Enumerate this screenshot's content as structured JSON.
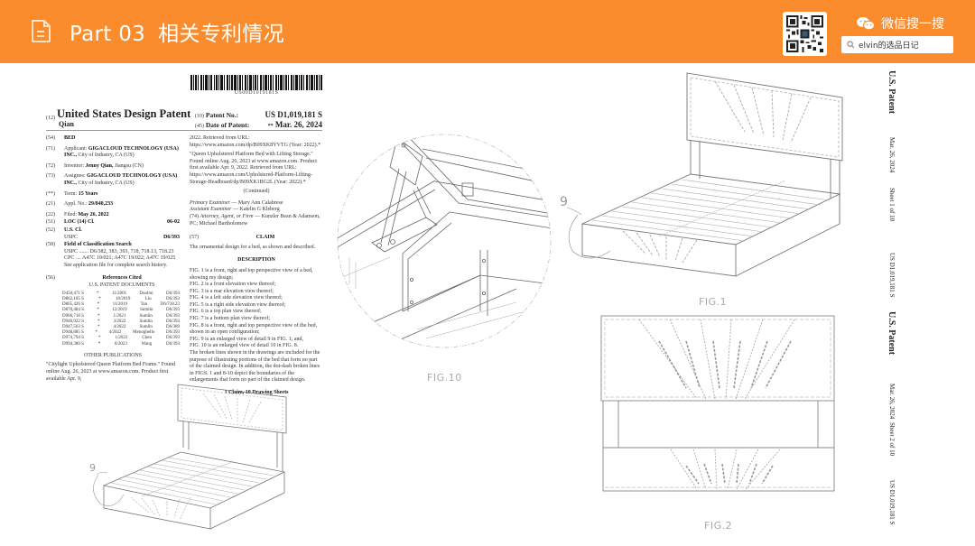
{
  "header": {
    "icon": "document-icon",
    "part_label": "Part 03",
    "title": "相关专利情况",
    "background_color": "#fb8c2e",
    "qr_icon": "qr-code-icon",
    "wechat_icon": "wechat-icon",
    "wechat_label": "微信搜一搜",
    "search_icon": "search-icon",
    "search_value": "elvin的选品日记"
  },
  "patent": {
    "barcode_text": "US00D1019181S",
    "title_code": "(12)",
    "title": "United States Design Patent",
    "inventor_short": "Qian",
    "patent_no_code": "(10)",
    "patent_no_label": "Patent No.:",
    "patent_no": "US D1,019,181 S",
    "date_code": "(45)",
    "date_label": "Date of Patent:",
    "date_mark": "**",
    "date": "Mar. 26, 2024",
    "fields": [
      {
        "code": "(54)",
        "label": "",
        "value": "BED"
      },
      {
        "code": "(71)",
        "label": "Applicant:",
        "value": "GIGACLOUD TECHNOLOGY (USA) INC.,",
        "extra": "City of Industry, CA (US)"
      },
      {
        "code": "(72)",
        "label": "Inventor:",
        "value": "Jenny Qian,",
        "extra": "Jiangsu (CN)"
      },
      {
        "code": "(73)",
        "label": "Assignee:",
        "value": "GIGACLOUD TECHNOLOGY (USA) INC.,",
        "extra": "City of Industry, CA (US)"
      },
      {
        "code": "(**)",
        "label": "Term:",
        "value": "15 Years",
        "extra": ""
      },
      {
        "code": "(21)",
        "label": "Appl. No.:",
        "value": "29/840,233",
        "extra": ""
      },
      {
        "code": "(22)",
        "label": "Filed:",
        "value": "May 26, 2022",
        "extra": ""
      }
    ],
    "loc": {
      "code": "(51)",
      "label": "LOC (14) Cl.",
      "value": "06-02"
    },
    "us_cl": {
      "code": "(52)",
      "label": "U.S. Cl.",
      "sub": "USPC",
      "value": "D6/393"
    },
    "field_search": {
      "code": "(58)",
      "label": "Field of Classification Search",
      "uspc": "USPC ....... D6/382, 383, 393, 718, 718.13, 718.23",
      "cpc": "CPC .... A47C 19/021; A47C 19/022; A47C 19/025",
      "note": "See application file for complete search history."
    },
    "references": {
      "code": "(56)",
      "title": "References Cited",
      "subtitle": "U.S. PATENT DOCUMENTS",
      "rows": [
        {
          "no": "D450,471 S",
          "star": "*",
          "date": "11/2001",
          "name": "Doolmi",
          "cls": "D6/393"
        },
        {
          "no": "D862,105 S",
          "star": "*",
          "date": "10/2019",
          "name": "Liu",
          "cls": "D6/393"
        },
        {
          "no": "D865,426 S",
          "star": "*",
          "date": "11/2019",
          "name": "Tan",
          "cls": "D6/718.23"
        },
        {
          "no": "D870,484 S",
          "star": "*",
          "date": "12/2019",
          "name": "Sumlin",
          "cls": "D6/393"
        },
        {
          "no": "D906,718 S",
          "star": "*",
          "date": "1/2021",
          "name": "Sumlin",
          "cls": "D6/393"
        },
        {
          "no": "D946,922 S",
          "star": "*",
          "date": "3/2022",
          "name": "Sumlin",
          "cls": "D6/393"
        },
        {
          "no": "D947,563 S",
          "star": "*",
          "date": "4/2022",
          "name": "Sumlin",
          "cls": "D6/389"
        },
        {
          "no": "D948,885 S",
          "star": "*",
          "date": "4/2022",
          "name": "Menoghello",
          "cls": "D6/393"
        },
        {
          "no": "D974,794 S",
          "star": "*",
          "date": "1/2023",
          "name": "Chen",
          "cls": "D6/393"
        },
        {
          "no": "D994,380 S",
          "star": "*",
          "date": "8/2023",
          "name": "Wang",
          "cls": "D6/393"
        }
      ],
      "other_title": "OTHER PUBLICATIONS",
      "other_text": "\"Citylight Upholstered Queen Platform Bed Frame.\" Found online Aug. 26, 2023 at www.amazon.com. Product first available Apr. 9,"
    },
    "right_col": {
      "cont_text_1": "2022. Retrieved from URL: https://www.amazon.com/dp/B09XK8YVTG (Year: 2022).*",
      "cont_text_2": "\"Queen Upholstered Platform Bed with Lifting Storage.\" Found online Aug. 26, 2023 at www.amazon.com. Product first available Apr. 9, 2022. Retrieved from URL: https://www.amazon.com/Upholstered-Platform-Lifting-Storage-Headboard/dp/B09XK1BG2L (Year: 2022).*",
      "continued": "(Continued)",
      "primary_label": "Primary Examiner",
      "primary": "— Mary Ann Calabrese",
      "assistant_label": "Assistant Examiner",
      "assistant": "— Katelin G Kleberg",
      "attorney_code": "(74)",
      "attorney_label": "Attorney, Agent, or Firm",
      "attorney": "— Kunzler Bean & Adamson, PC; Michael Bartholomew",
      "claim_code": "(57)",
      "claim_title": "CLAIM",
      "claim_text": "The ornamental design for a bed, as shown and described.",
      "desc_title": "DESCRIPTION",
      "desc_lines": [
        "FIG. 1 is a front, right and top perspective view of a bed, showing my design;",
        "FIG. 2 is a front elevation view thereof;",
        "FIG. 3 is a rear elevation view thereof;",
        "FIG. 4 is a left side elevation view thereof;",
        "FIG. 5 is a right side elevation view thereof;",
        "FIG. 6 is a top plan view thereof;",
        "FIG. 7 is a bottom plan view thereof;",
        "FIG. 8 is a front, right and top perspective view of the bed, shown in an open configuration;",
        "FIG. 9 is an enlarged view of detail 9 in FIG. 1; and,",
        "FIG. 10 is an enlarged view of detail 10 in FIG. 8.",
        "The broken lines shown in the drawings are included for the purpose of illustrating portions of the bed that form no part of the claimed design. In addition, the dot-dash broken lines in FIGS. 1 and 8-10 depict the boundaries of the enlargements that form no part of the claimed design."
      ],
      "claims_sheets": "1 Claim, 10 Drawing Sheets"
    }
  },
  "figures": {
    "small_fig_label": "9",
    "fig10_label": "FIG.10",
    "fig1_label": "FIG.1",
    "fig1_detail": "9",
    "fig2_label": "FIG.2"
  },
  "sheet_headers": [
    {
      "patent": "U.S. Patent",
      "date": "Mar. 26, 2024",
      "sheet": "Sheet 1 of 10",
      "number": "US D1,019,181 S"
    },
    {
      "patent": "U.S. Patent",
      "date": "Mar. 26, 2024",
      "sheet": "Sheet 2 of 10",
      "number": "US D1,019,181 S"
    }
  ]
}
